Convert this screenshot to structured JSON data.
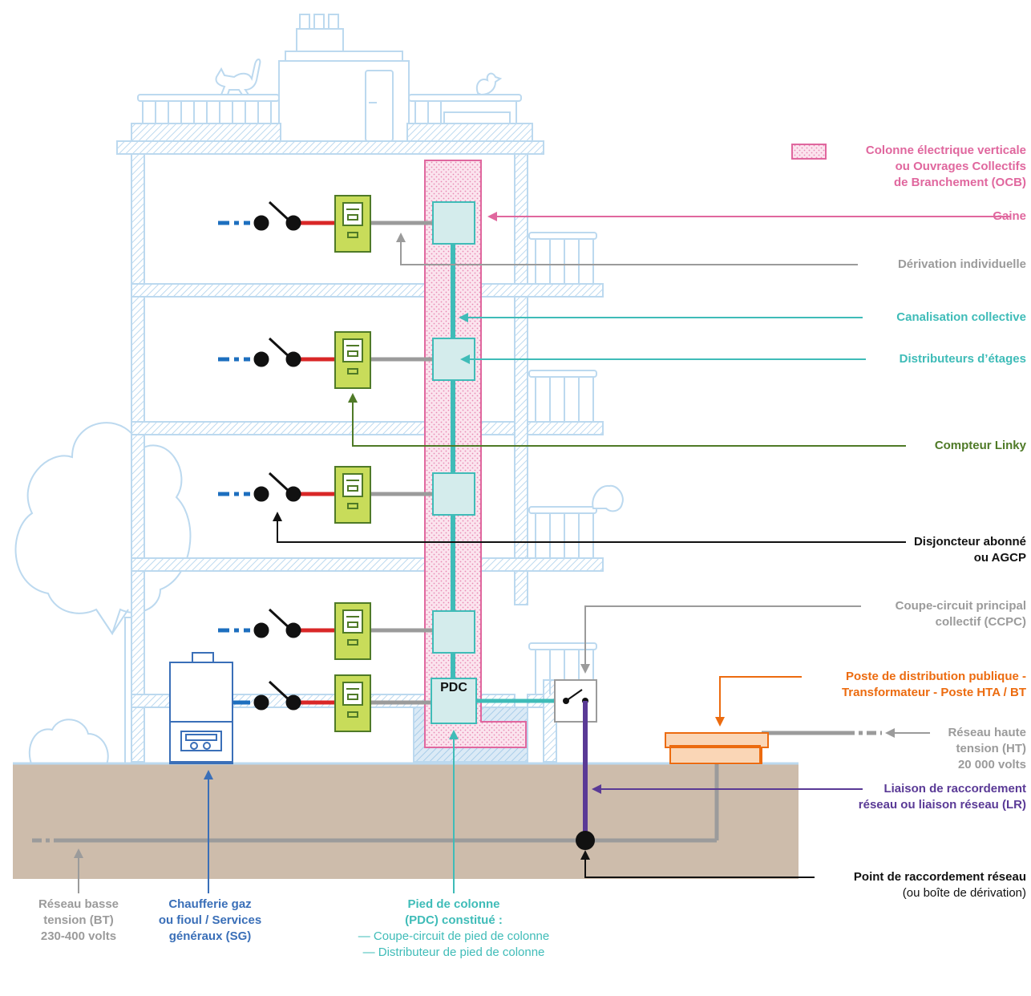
{
  "labels": {
    "ocb": [
      "Colonne électrique verticale",
      "ou Ouvrages Collectifs",
      "de Branchement (OCB)"
    ],
    "gaine": "Gaine",
    "derivation": "Dérivation individuelle",
    "canalisation": "Canalisation collective",
    "distributeurs": "Distributeurs d’étages",
    "linky": "Compteur Linky",
    "disjoncteur": [
      "Disjoncteur abonné",
      "ou AGCP"
    ],
    "ccpc": [
      "Coupe-circuit principal",
      "collectif (CCPC)"
    ],
    "poste": [
      "Poste de distribution publique -",
      "Transformateur - Poste HTA / BT"
    ],
    "reseau_ht": [
      "Réseau haute",
      "tension (HT)",
      "20 000 volts"
    ],
    "liaison": [
      "Liaison de raccordement",
      "réseau ou liaison réseau (LR)"
    ],
    "point_raccordement": "Point de raccordement réseau",
    "point_raccordement_sub": "(ou boîte de dérivation)",
    "reseau_bt": [
      "Réseau basse",
      "tension (BT)",
      "230-400 volts"
    ],
    "chaufferie": [
      "Chaufferie gaz",
      "ou fioul / Services",
      "généraux (SG)"
    ],
    "pied_colonne": [
      "Pied de colonne",
      "(PDC) constitué :"
    ],
    "pied_colonne_items": [
      "— Coupe-circuit de pied de colonne",
      "— Distributeur de pied de colonne"
    ],
    "pdc": "PDC"
  },
  "colors": {
    "pink": "#e0679e",
    "grey": "#9b9b9b",
    "teal": "#3fbcb8",
    "green": "#4f7a27",
    "black": "#111111",
    "orange": "#ec6b0f",
    "purple": "#5a3a96",
    "blue": "#3a6fb8",
    "building": "#bcd9ef",
    "ground": "#cdbcab",
    "meter": "#c8dc5a",
    "red": "#d92727"
  },
  "icons": [
    "meter-icon",
    "breaker-switch-icon",
    "boiler-icon",
    "transformer-icon",
    "tree-icon",
    "cat-icon",
    "bird-icon"
  ]
}
